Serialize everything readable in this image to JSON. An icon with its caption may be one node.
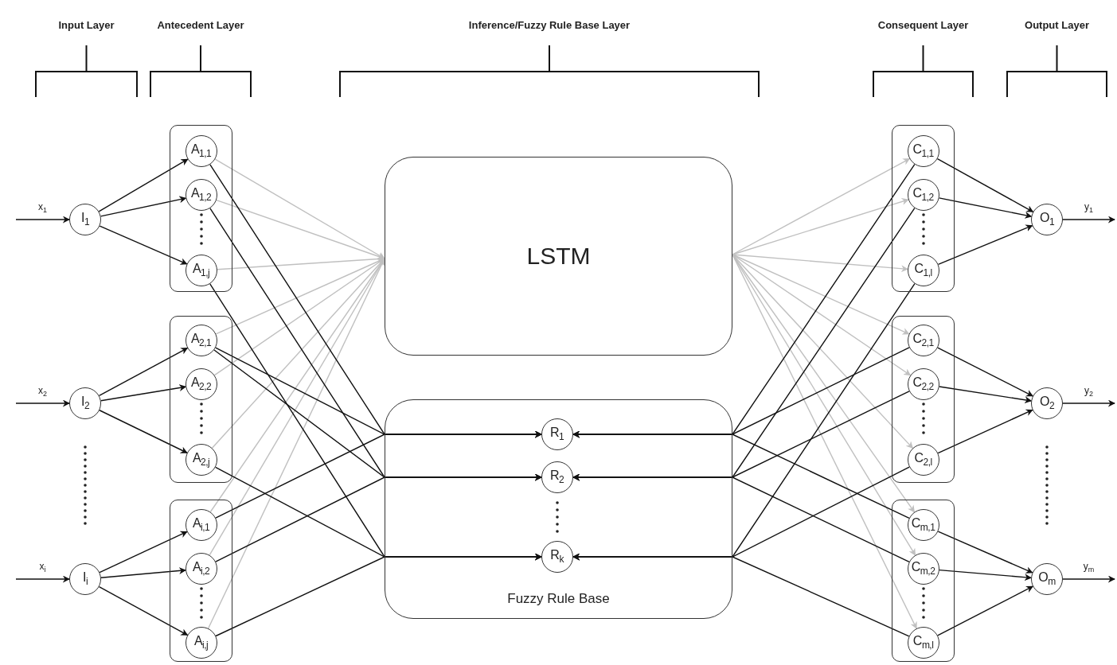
{
  "diagram": {
    "nodes": [
      {
        "text": [
          "I$_{1}$"
        ]
      },
      {
        "text": [
          "I$_{2}$"
        ]
      },
      {
        "text": [
          "I$_{i}$"
        ]
      },
      {
        "text": [],
        "shape": "box"
      },
      {
        "text": [
          "A$_{1,1}$"
        ],
        "in": 3
      },
      {
        "text": [
          "A$_{1,2}$"
        ],
        "in": 3
      },
      {
        "text": [
          "A$_{1,j}$"
        ],
        "in": 3
      },
      {
        "text": [],
        "shape": "box"
      },
      {
        "text": [
          "A$_{2,1}$"
        ],
        "in": 7
      },
      {
        "text": [
          "A$_{2,2}$"
        ],
        "in": 7
      },
      {
        "text": [
          "A$_{2,j}$"
        ],
        "in": 7
      },
      {
        "text": [],
        "shape": "box"
      },
      {
        "text": [
          "A$_{i,1}$"
        ],
        "in": 11
      },
      {
        "text": [
          "A$_{i,2}$"
        ],
        "in": 11
      },
      {
        "text": [
          "A$_{i,j}$"
        ],
        "in": 11
      },
      {
        "text": [
          "LSTM"
        ]
      },
      {
        "text": [
          "Fuzzy Rule Base"
        ]
      },
      {
        "text": [
          "R$_{1}$"
        ],
        "in": 16
      },
      {
        "text": [
          "R$_{2}$"
        ],
        "in": 16
      },
      {
        "text": [
          "R$_{k}$"
        ],
        "in": 16
      },
      {
        "text": [],
        "shape": "box"
      },
      {
        "text": [
          "C$_{1,1}$"
        ],
        "in": 20
      },
      {
        "text": [
          "C$_{1,2}$"
        ],
        "in": 20
      },
      {
        "text": [
          "C$_{1,l}$"
        ],
        "in": 20
      },
      {
        "text": [],
        "shape": "box"
      },
      {
        "text": [
          "C$_{2,1}$"
        ],
        "in": 24
      },
      {
        "text": [
          "C$_{2,2}$"
        ],
        "in": 24
      },
      {
        "text": [
          "C$_{2,l}$"
        ],
        "in": 24
      },
      {
        "text": [],
        "shape": "box"
      },
      {
        "text": [
          "C$_{m,1}$"
        ],
        "in": 28
      },
      {
        "text": [
          "C$_{m,2}$"
        ],
        "in": 28
      },
      {
        "text": [
          "C$_{m,l}$"
        ],
        "in": 28
      },
      {
        "text": [
          "O$_{1}$"
        ]
      },
      {
        "text": [
          "O$_{2}$"
        ]
      },
      {
        "text": [
          "O$_{m}$"
        ]
      }
    ],
    "edges": [
      {
        "from": null,
        "to": 0,
        "arrow": "to",
        "label": "x$_{1}$"
      },
      {
        "from": null,
        "to": 1,
        "arrow": "to",
        "label": "x$_{2}$"
      },
      {
        "from": null,
        "to": 2,
        "arrow": "to",
        "label": "x$_{i}$"
      },
      {
        "from": 0,
        "to": 4,
        "arrow": "to"
      },
      {
        "from": 0,
        "to": 5,
        "arrow": "to"
      },
      {
        "from": 0,
        "to": 6,
        "arrow": "to"
      },
      {
        "from": 1,
        "to": 8,
        "arrow": "to"
      },
      {
        "from": 1,
        "to": 9,
        "arrow": "to"
      },
      {
        "from": 1,
        "to": 10,
        "arrow": "to"
      },
      {
        "from": 2,
        "to": 12,
        "arrow": "to"
      },
      {
        "from": 2,
        "to": 13,
        "arrow": "to"
      },
      {
        "from": 2,
        "to": 14,
        "arrow": "to"
      },
      {
        "from": 4,
        "to": 15,
        "arrow": "to",
        "color": "#c0c0c0"
      },
      {
        "from": 5,
        "to": 15,
        "arrow": "to",
        "color": "#c0c0c0"
      },
      {
        "from": 6,
        "to": 15,
        "arrow": "to",
        "color": "#c0c0c0"
      },
      {
        "from": 8,
        "to": 15,
        "arrow": "to",
        "color": "#c0c0c0"
      },
      {
        "from": 9,
        "to": 15,
        "arrow": "to",
        "color": "#c0c0c0"
      },
      {
        "from": 10,
        "to": 15,
        "arrow": "to",
        "color": "#c0c0c0"
      },
      {
        "from": 12,
        "to": 15,
        "arrow": "to",
        "color": "#c0c0c0"
      },
      {
        "from": 13,
        "to": 15,
        "arrow": "to",
        "color": "#c0c0c0"
      },
      {
        "from": 14,
        "to": 15,
        "arrow": "to",
        "color": "#c0c0c0"
      },
      {
        "from": 4,
        "to": 17,
        "arrow": "to"
      },
      {
        "from": 5,
        "to": 18,
        "arrow": "to"
      },
      {
        "from": 6,
        "to": 19,
        "arrow": "to"
      },
      {
        "from": 8,
        "to": 17,
        "arrow": "to"
      },
      {
        "from": 8,
        "to": 18,
        "arrow": "to"
      },
      {
        "from": 10,
        "to": 19,
        "arrow": "to"
      },
      {
        "from": 12,
        "to": 17,
        "arrow": "to"
      },
      {
        "from": 13,
        "to": 18,
        "arrow": "to"
      },
      {
        "from": 14,
        "to": 19,
        "arrow": "to"
      },
      {
        "from": 15,
        "to": 21,
        "arrow": "to",
        "color": "#c0c0c0"
      },
      {
        "from": 15,
        "to": 22,
        "arrow": "to",
        "color": "#c0c0c0"
      },
      {
        "from": 15,
        "to": 23,
        "arrow": "to",
        "color": "#c0c0c0"
      },
      {
        "from": 15,
        "to": 25,
        "arrow": "to",
        "color": "#c0c0c0"
      },
      {
        "from": 15,
        "to": 26,
        "arrow": "to",
        "color": "#c0c0c0"
      },
      {
        "from": 15,
        "to": 27,
        "arrow": "to",
        "color": "#c0c0c0"
      },
      {
        "from": 15,
        "to": 29,
        "arrow": "to",
        "color": "#c0c0c0"
      },
      {
        "from": 15,
        "to": 30,
        "arrow": "to",
        "color": "#c0c0c0"
      },
      {
        "from": 15,
        "to": 31,
        "arrow": "to",
        "color": "#c0c0c0"
      },
      {
        "from": 21,
        "to": 17,
        "arrow": "to"
      },
      {
        "from": 22,
        "to": 18,
        "arrow": "to"
      },
      {
        "from": 23,
        "to": 19,
        "arrow": "to"
      },
      {
        "from": 25,
        "to": 17,
        "arrow": "to"
      },
      {
        "from": 26,
        "to": 18,
        "arrow": "to"
      },
      {
        "from": 27,
        "to": 19,
        "arrow": "to"
      },
      {
        "from": 29,
        "to": 17,
        "arrow": "to"
      },
      {
        "from": 30,
        "to": 18,
        "arrow": "to"
      },
      {
        "from": 31,
        "to": 19,
        "arrow": "to"
      },
      {
        "from": 21,
        "to": 32,
        "arrow": "to"
      },
      {
        "from": 22,
        "to": 32,
        "arrow": "to"
      },
      {
        "from": 23,
        "to": 32,
        "arrow": "to"
      },
      {
        "from": 25,
        "to": 33,
        "arrow": "to"
      },
      {
        "from": 26,
        "to": 33,
        "arrow": "to"
      },
      {
        "from": 27,
        "to": 33,
        "arrow": "to"
      },
      {
        "from": 29,
        "to": 34,
        "arrow": "to"
      },
      {
        "from": 30,
        "to": 34,
        "arrow": "to"
      },
      {
        "from": 31,
        "to": 34,
        "arrow": "to"
      },
      {
        "from": 32,
        "to": null,
        "arrow": "to",
        "label": "y$_{1}$"
      },
      {
        "from": 33,
        "to": null,
        "arrow": "to",
        "label": "y$_{2}$"
      },
      {
        "from": 34,
        "to": null,
        "arrow": "to",
        "label": "y$_{m}$"
      }
    ],
    "labels": [
      "Input Layer",
      "Antecedent Layer",
      "Inference/Fuzzy Rule Base Layer",
      "Consequent Layer",
      "Output Layer"
    ]
  }
}
